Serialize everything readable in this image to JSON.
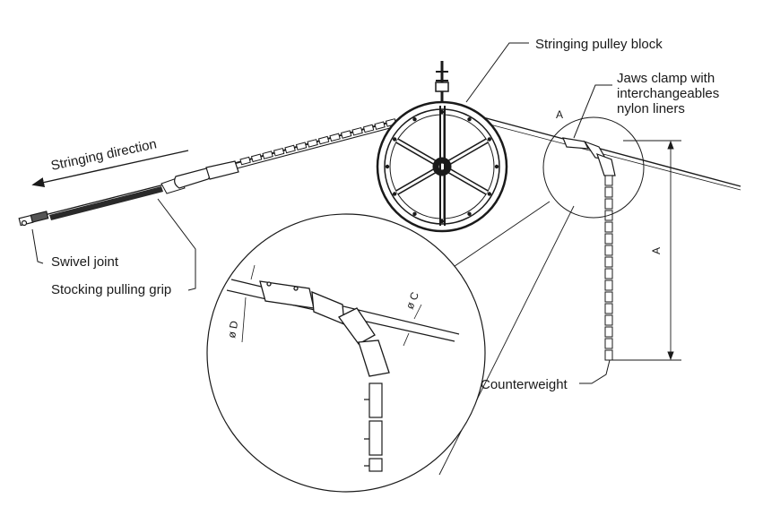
{
  "labels": {
    "stringing_pulley_block": "Stringing pulley block",
    "jaws_clamp_line1": "Jaws clamp with",
    "jaws_clamp_line2": "interchangeables",
    "jaws_clamp_line3": "nylon liners",
    "stringing_direction": "Stringing direction",
    "swivel_joint": "Swivel joint",
    "stocking_pulling_grip": "Stocking pulling grip",
    "counterweight": "Counterweight"
  },
  "dimensions": {
    "detail_marker": "A",
    "height": "A",
    "diameter_c": "ø C",
    "diameter_d": "ø D"
  },
  "icons": [
    "pulley-wheel-icon",
    "direction-arrow-icon",
    "swivel-joint-icon",
    "counterweight-chain-icon"
  ],
  "colors": {
    "line": "#1a1a1a",
    "background": "#ffffff"
  }
}
